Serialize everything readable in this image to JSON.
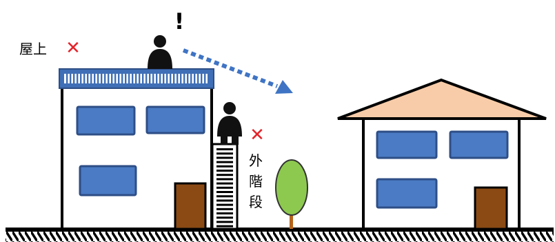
{
  "labels": {
    "rooftop": "屋上",
    "exclamation": "!",
    "external_stairs": [
      "外",
      "階",
      "段"
    ]
  },
  "marks": {
    "prohibited_symbol": "✕"
  },
  "colors": {
    "mark_red": "#e3232a",
    "window_fill": "#4a7bc4",
    "window_stroke": "#2e4e86",
    "railing_fill": "#3f6fb6",
    "door_fill": "#8b4a14",
    "roof_fill": "#f8cca8",
    "tree_fill": "#8dc94f",
    "tree_trunk": "#b5641c",
    "arrow": "#3f74c4",
    "person": "#111111"
  }
}
